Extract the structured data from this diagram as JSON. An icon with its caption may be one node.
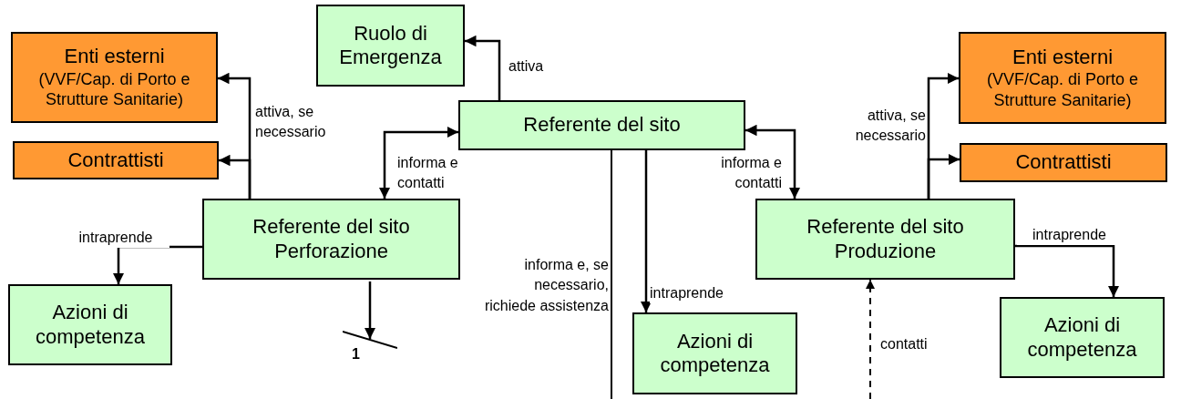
{
  "diagram": {
    "nodes": [
      {
        "text": [
          "Ruolo di Emergenza"
        ]
      },
      {
        "text": [
          "Enti esterni",
          "(VVF/Cap. di Porto e Strutture Sanitarie)"
        ]
      },
      {
        "text": [
          "Referente del sito"
        ]
      },
      {
        "text": [
          "Contrattisti"
        ]
      },
      {
        "text": [
          "Enti esterni",
          "(VVF/Cap. di Porto e Strutture Sanitarie)"
        ]
      },
      {
        "text": [
          "Contrattisti"
        ]
      },
      {
        "text": [
          "Referente del sito Perforazione"
        ]
      },
      {
        "text": [
          "Referente del sito Produzione"
        ]
      },
      {
        "text": [
          "Azioni di competenza"
        ]
      },
      {
        "text": [
          "Azioni di competenza"
        ]
      },
      {
        "text": [
          "Azioni di competenza"
        ]
      },
      {
        "text": [
          "1"
        ]
      }
    ],
    "edges": [
      {
        "from": 2,
        "to": 0,
        "arrow": "to",
        "label": "attiva"
      },
      {
        "from": 6,
        "to": 1,
        "arrow": "to",
        "label": "attiva, se necessario"
      },
      {
        "from": 6,
        "to": 3,
        "arrow": "to"
      },
      {
        "from": 2,
        "to": 6,
        "arrow": "both",
        "label": "informa e contatti"
      },
      {
        "from": 6,
        "to": 11,
        "arrow": "to"
      },
      {
        "from": 2,
        "to": 7,
        "arrow": "both",
        "label": "informa e contatti"
      },
      {
        "from": 7,
        "to": 4,
        "arrow": "to",
        "label": "attiva, se necessario"
      },
      {
        "from": 7,
        "to": 5,
        "arrow": "to"
      },
      {
        "from": 6,
        "to": 8,
        "arrow": "to",
        "label": "intraprende"
      },
      {
        "from": 7,
        "to": 9,
        "arrow": "to",
        "label": "intraprende"
      },
      {
        "from": 2,
        "to": 10,
        "arrow": "to",
        "label": "intraprende"
      },
      {
        "from": 2,
        "to": null,
        "arrow": "none",
        "label": "informa e, se necessario, richiede assistenza"
      },
      {
        "from": null,
        "to": 7,
        "arrow": "to",
        "style": "dashed",
        "label": "contatti"
      }
    ]
  }
}
